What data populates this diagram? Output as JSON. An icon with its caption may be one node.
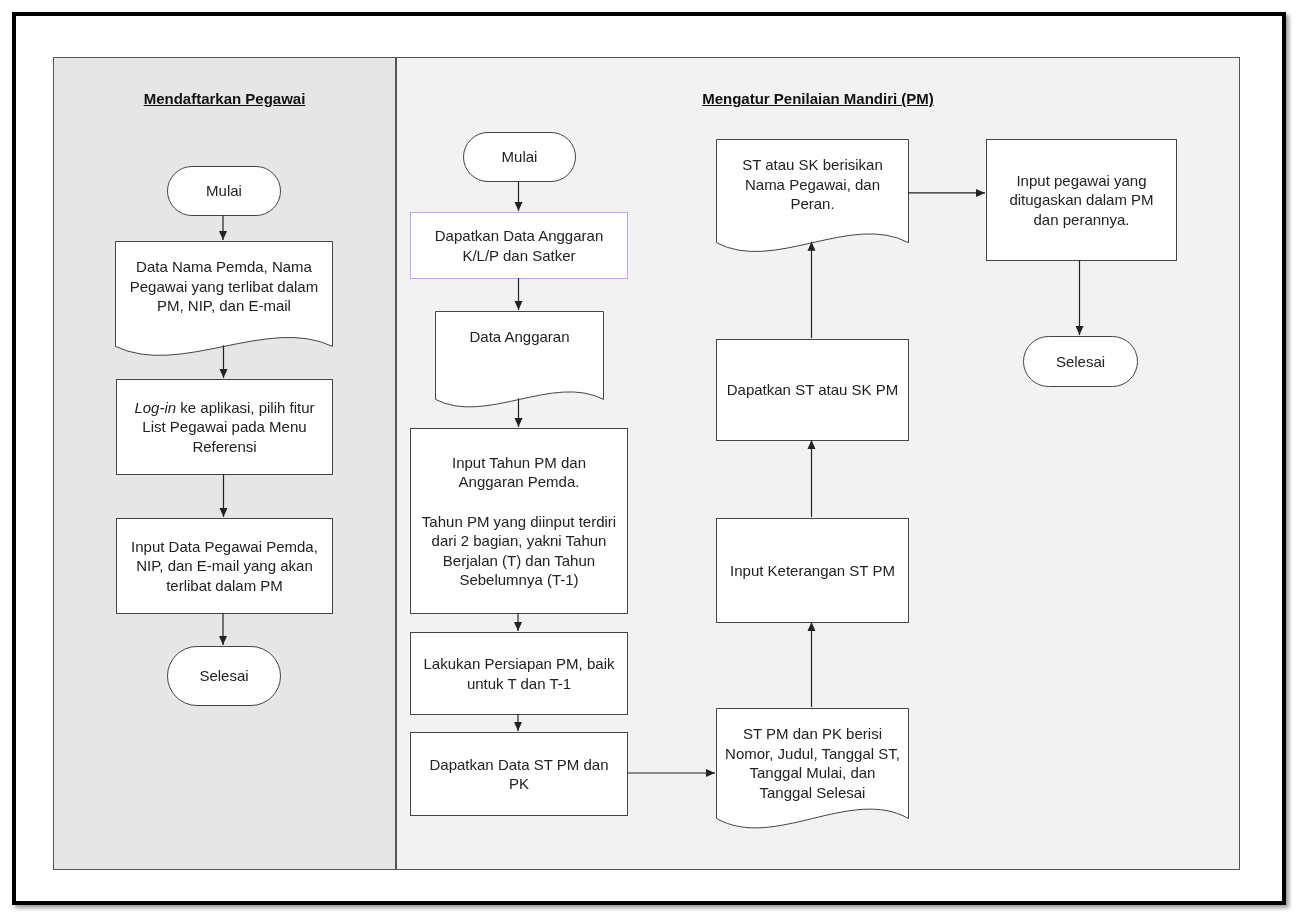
{
  "diagram": {
    "nodes": [
      {
        "text": [
          "Mendaftarkan Pegawai"
        ]
      },
      {
        "text": [
          "Mulai"
        ],
        "in": 0
      },
      {
        "text": [
          "Data Nama Pemda, Nama Pegawai yang terlibat dalam PM, NIP, dan E-mail"
        ],
        "in": 0
      },
      {
        "text": [
          "*Log-in* ke aplikasi, pilih fitur List Pegawai pada Menu Referensi"
        ],
        "in": 0
      },
      {
        "text": [
          "Input Data Pegawai Pemda, NIP, dan E-mail yang akan terlibat dalam PM"
        ],
        "in": 0
      },
      {
        "text": [
          "Selesai"
        ],
        "in": 0
      },
      {
        "text": [
          "Mengatur Penilaian Mandiri (PM)"
        ]
      },
      {
        "text": [
          "Mulai"
        ],
        "in": 6
      },
      {
        "text": [
          "Dapatkan Data Anggaran K/L/P dan Satker"
        ],
        "in": 6
      },
      {
        "text": [
          "Data Anggaran"
        ],
        "in": 6
      },
      {
        "text": [
          "Input Tahun PM dan Anggaran Pemda.",
          "Tahun PM yang diinput terdiri dari 2 bagian, yakni Tahun Berjalan (T) dan Tahun Sebelumnya (T-1)"
        ],
        "in": 6
      },
      {
        "text": [
          "Lakukan Persiapan PM, baik untuk T dan T-1"
        ],
        "in": 6
      },
      {
        "text": [
          "Dapatkan Data ST PM dan PK"
        ],
        "in": 6
      },
      {
        "text": [
          "ST PM dan PK berisi Nomor, Judul, Tanggal ST, Tanggal Mulai, dan Tanggal Selesai"
        ],
        "in": 6
      },
      {
        "text": [
          "Input Keterangan ST PM"
        ],
        "in": 6
      },
      {
        "text": [
          "Dapatkan ST atau SK PM"
        ],
        "in": 6
      },
      {
        "text": [
          "ST atau SK berisikan Nama Pegawai, dan Peran."
        ],
        "in": 6
      },
      {
        "text": [
          "Input pegawai yang ditugaskan dalam PM dan perannya."
        ],
        "in": 6
      },
      {
        "text": [
          "Selesai"
        ],
        "in": 6
      }
    ],
    "edges": [
      {
        "from": 1,
        "to": 2,
        "arrow": "to"
      },
      {
        "from": 2,
        "to": 3,
        "arrow": "to"
      },
      {
        "from": 3,
        "to": 4,
        "arrow": "to"
      },
      {
        "from": 4,
        "to": 5,
        "arrow": "to"
      },
      {
        "from": 7,
        "to": 8,
        "arrow": "to"
      },
      {
        "from": 8,
        "to": 9,
        "arrow": "to"
      },
      {
        "from": 9,
        "to": 10,
        "arrow": "to"
      },
      {
        "from": 10,
        "to": 11,
        "arrow": "to"
      },
      {
        "from": 11,
        "to": 12,
        "arrow": "to"
      },
      {
        "from": 12,
        "to": 13,
        "arrow": "to"
      },
      {
        "from": 13,
        "to": 14,
        "arrow": "to"
      },
      {
        "from": 14,
        "to": 15,
        "arrow": "to"
      },
      {
        "from": 15,
        "to": 16,
        "arrow": "to"
      },
      {
        "from": 16,
        "to": 17,
        "arrow": "to"
      },
      {
        "from": 17,
        "to": 18,
        "arrow": "to"
      }
    ]
  }
}
